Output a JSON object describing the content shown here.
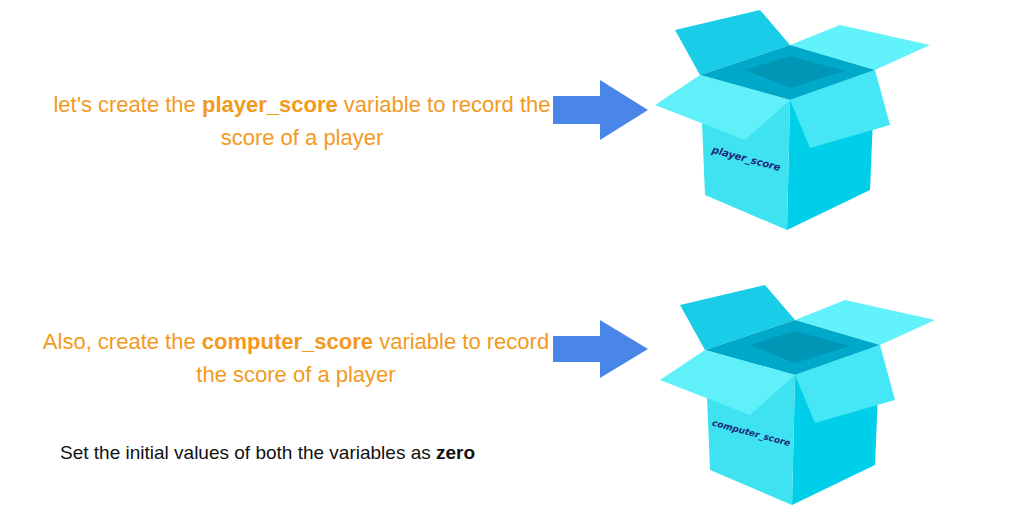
{
  "diagram": {
    "nodes": [
      {
        "text": [
          "player_score"
        ]
      },
      {
        "text": [
          "computer_score"
        ]
      }
    ],
    "labels": [
      "let's create the",
      "player_score",
      "variable to record the score of a player",
      "Also, create the",
      "computer_score",
      "variable to record the score of a player",
      "Set the initial values of both the variables as",
      "zero"
    ]
  }
}
